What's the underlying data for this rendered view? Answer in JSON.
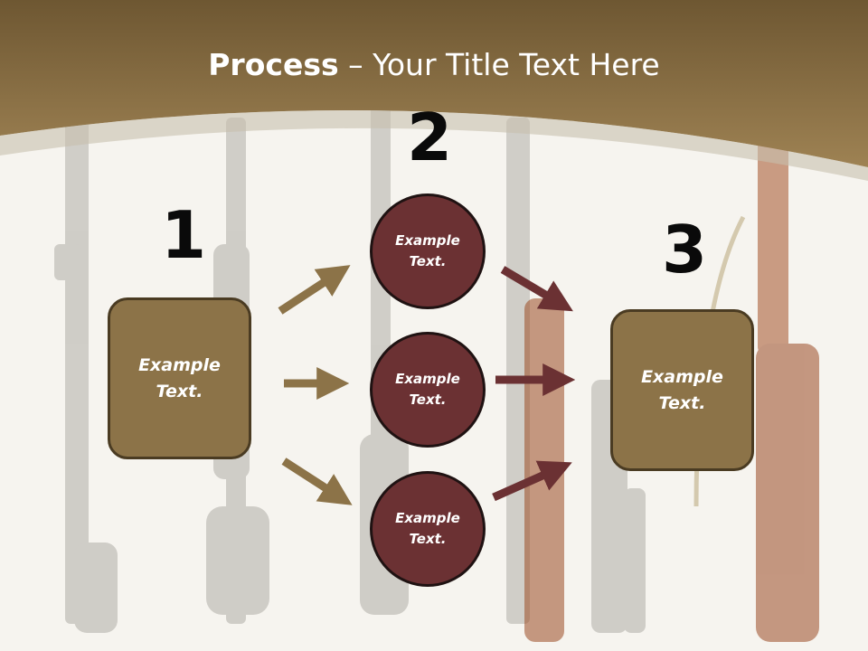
{
  "title": {
    "bold": "Process",
    "rest": " – Your Title Text Here"
  },
  "steps": {
    "one": {
      "number": "1",
      "text_line1": "Example",
      "text_line2": "Text."
    },
    "two": {
      "number": "2"
    },
    "three": {
      "number": "3",
      "text_line1": "Example",
      "text_line2": "Text."
    }
  },
  "circles": [
    {
      "line1": "Example",
      "line2": "Text."
    },
    {
      "line1": "Example",
      "line2": "Text."
    },
    {
      "line1": "Example",
      "line2": "Text."
    }
  ],
  "colors": {
    "header_brown": "#8c7348",
    "box_fill": "#8c7348",
    "circle_fill": "#6b3133",
    "arrow_left": "#8c7348",
    "arrow_right": "#6b3133"
  }
}
